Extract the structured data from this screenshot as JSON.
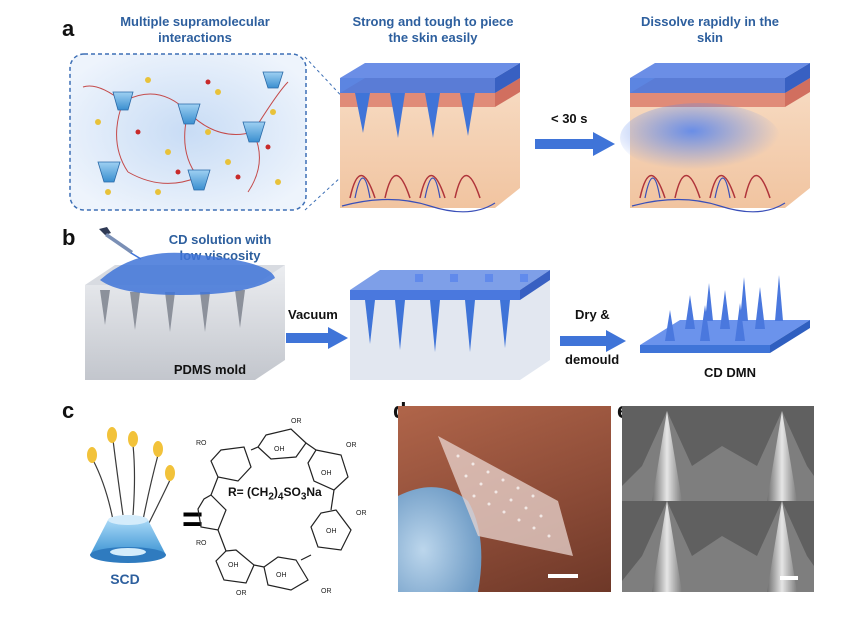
{
  "panels": {
    "a": {
      "letter": "a",
      "caption_interactions": "Multiple supramolecular interactions",
      "caption_strong": "Strong and tough to piece the skin easily",
      "caption_dissolve": "Dissolve rapidly in the skin",
      "arrow_label": "< 30 s"
    },
    "b": {
      "letter": "b",
      "caption_solution": "CD solution with low viscosity",
      "mold_label": "PDMS mold",
      "arrow1_label": "Vacuum",
      "arrow2_label_top": "Dry &",
      "arrow2_label_bottom": "demould",
      "product_label": "CD DMN"
    },
    "c": {
      "letter": "c",
      "scd_label": "SCD",
      "equals": "=",
      "r_group_prefix": "R= (CH",
      "r_group_sub1": "2",
      "r_group_mid": ")",
      "r_group_sub2": "4",
      "r_group_suffix": "SO",
      "r_group_sub3": "3",
      "r_group_end": "Na"
    },
    "d": {
      "letter": "d"
    },
    "e": {
      "letter": "e"
    }
  },
  "colors": {
    "accent_blue": "#3f74d8",
    "caption_blue": "#2d5f9e",
    "skin": "#f3d2b4",
    "skin_edge": "#d96a5a",
    "mold_gray": "#c9ccd2",
    "photo_bg": "#8a4a36",
    "sem_bg": "#5a5a5a"
  }
}
